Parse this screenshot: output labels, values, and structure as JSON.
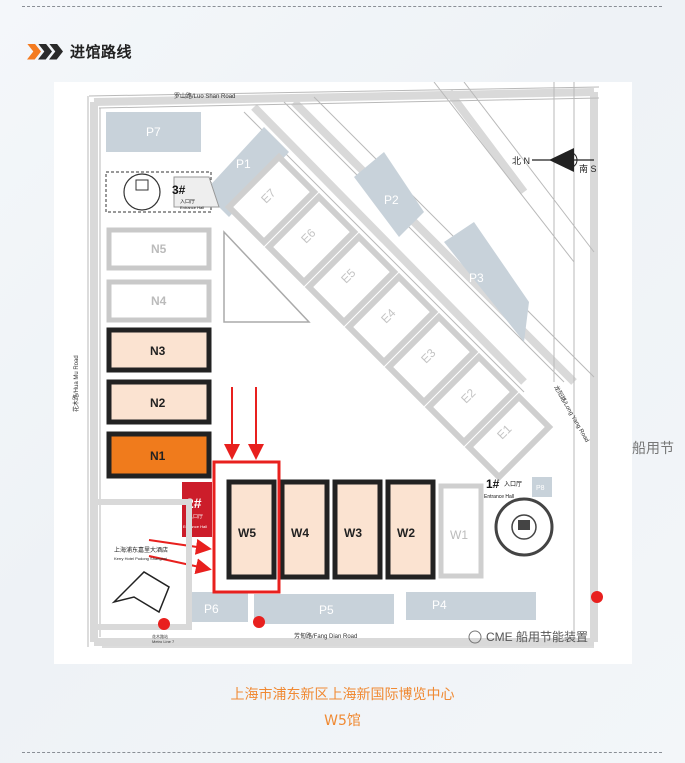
{
  "section": {
    "title": "进馆路线"
  },
  "map": {
    "roads": {
      "north": "罗山路/Luo Shan Road",
      "west": "花木路/Hua Mu Road",
      "south": "芳甸路/Fang Dian Road",
      "east": "龙阳路/Long Yang Road"
    },
    "compass": {
      "north": "北 N",
      "south": "南 S"
    },
    "halls": {
      "north": [
        "N5",
        "N4",
        "N3",
        "N2",
        "N1"
      ],
      "east": [
        "E7",
        "E6",
        "E5",
        "E4",
        "E3",
        "E2",
        "E1"
      ],
      "west": [
        "W5",
        "W4",
        "W3",
        "W2",
        "W1"
      ]
    },
    "parking": [
      "P7",
      "P1",
      "P2",
      "P3",
      "P6",
      "P5",
      "P4",
      "P8"
    ],
    "entrances": {
      "e3": {
        "num": "3#",
        "cn": "入口厅",
        "en": "Entrance Hall"
      },
      "e2": {
        "num": "2#",
        "cn": "入口厅",
        "en": "Entrance Hall"
      },
      "e1": {
        "num": "1#",
        "cn": "入口厅",
        "en": "Entrance Hall"
      }
    },
    "hotel": {
      "cn": "上海浦东嘉里大酒店",
      "en": "Kerry Hotel Pudong Shanghai"
    },
    "metro": {
      "station": "花木路站",
      "line": "Metro Line 7"
    },
    "watermark": "CME 船用节能装置"
  },
  "side_text": "船用节",
  "caption": {
    "line1": "上海市浦东新区上海新国际博览中心",
    "line2": "W5馆"
  },
  "colors": {
    "accent": "#f47b20",
    "hall_light": "#fbe3d1",
    "hall_orange": "#f07b1c",
    "highlight": "#e8201e",
    "parking": "#c8d2da"
  }
}
